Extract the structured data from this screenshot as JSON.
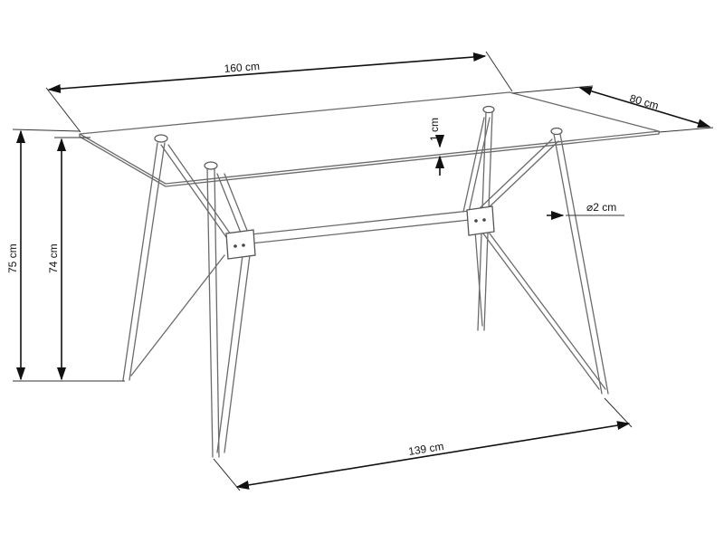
{
  "dimensions": {
    "length": "160 cm",
    "depth": "80 cm",
    "glass_thickness": "1 cm",
    "rod_diameter": "⌀2 cm",
    "total_height": "75 cm",
    "frame_height": "74 cm",
    "leg_span": "139 cm"
  }
}
